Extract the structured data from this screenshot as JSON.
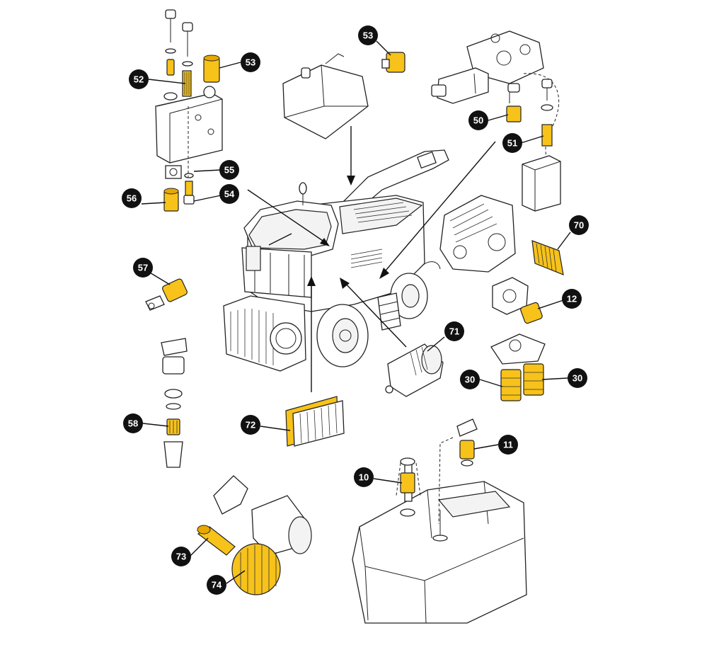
{
  "callouts": [
    {
      "id": "c-53a",
      "label": "53"
    },
    {
      "id": "c-52",
      "label": "52"
    },
    {
      "id": "c-55",
      "label": "55"
    },
    {
      "id": "c-54",
      "label": "54"
    },
    {
      "id": "c-56",
      "label": "56"
    },
    {
      "id": "c-57",
      "label": "57"
    },
    {
      "id": "c-58",
      "label": "58"
    },
    {
      "id": "c-53b",
      "label": "53"
    },
    {
      "id": "c-50",
      "label": "50"
    },
    {
      "id": "c-51",
      "label": "51"
    },
    {
      "id": "c-70",
      "label": "70"
    },
    {
      "id": "c-12",
      "label": "12"
    },
    {
      "id": "c-71",
      "label": "71"
    },
    {
      "id": "c-30a",
      "label": "30"
    },
    {
      "id": "c-30b",
      "label": "30"
    },
    {
      "id": "c-72",
      "label": "72"
    },
    {
      "id": "c-11",
      "label": "11"
    },
    {
      "id": "c-10",
      "label": "10"
    },
    {
      "id": "c-73",
      "label": "73"
    },
    {
      "id": "c-74",
      "label": "74"
    }
  ],
  "colors": {
    "filter_highlight": "#f7c21a",
    "callout_fill": "#111111",
    "callout_text": "#ffffff",
    "line_art": "#222222"
  }
}
